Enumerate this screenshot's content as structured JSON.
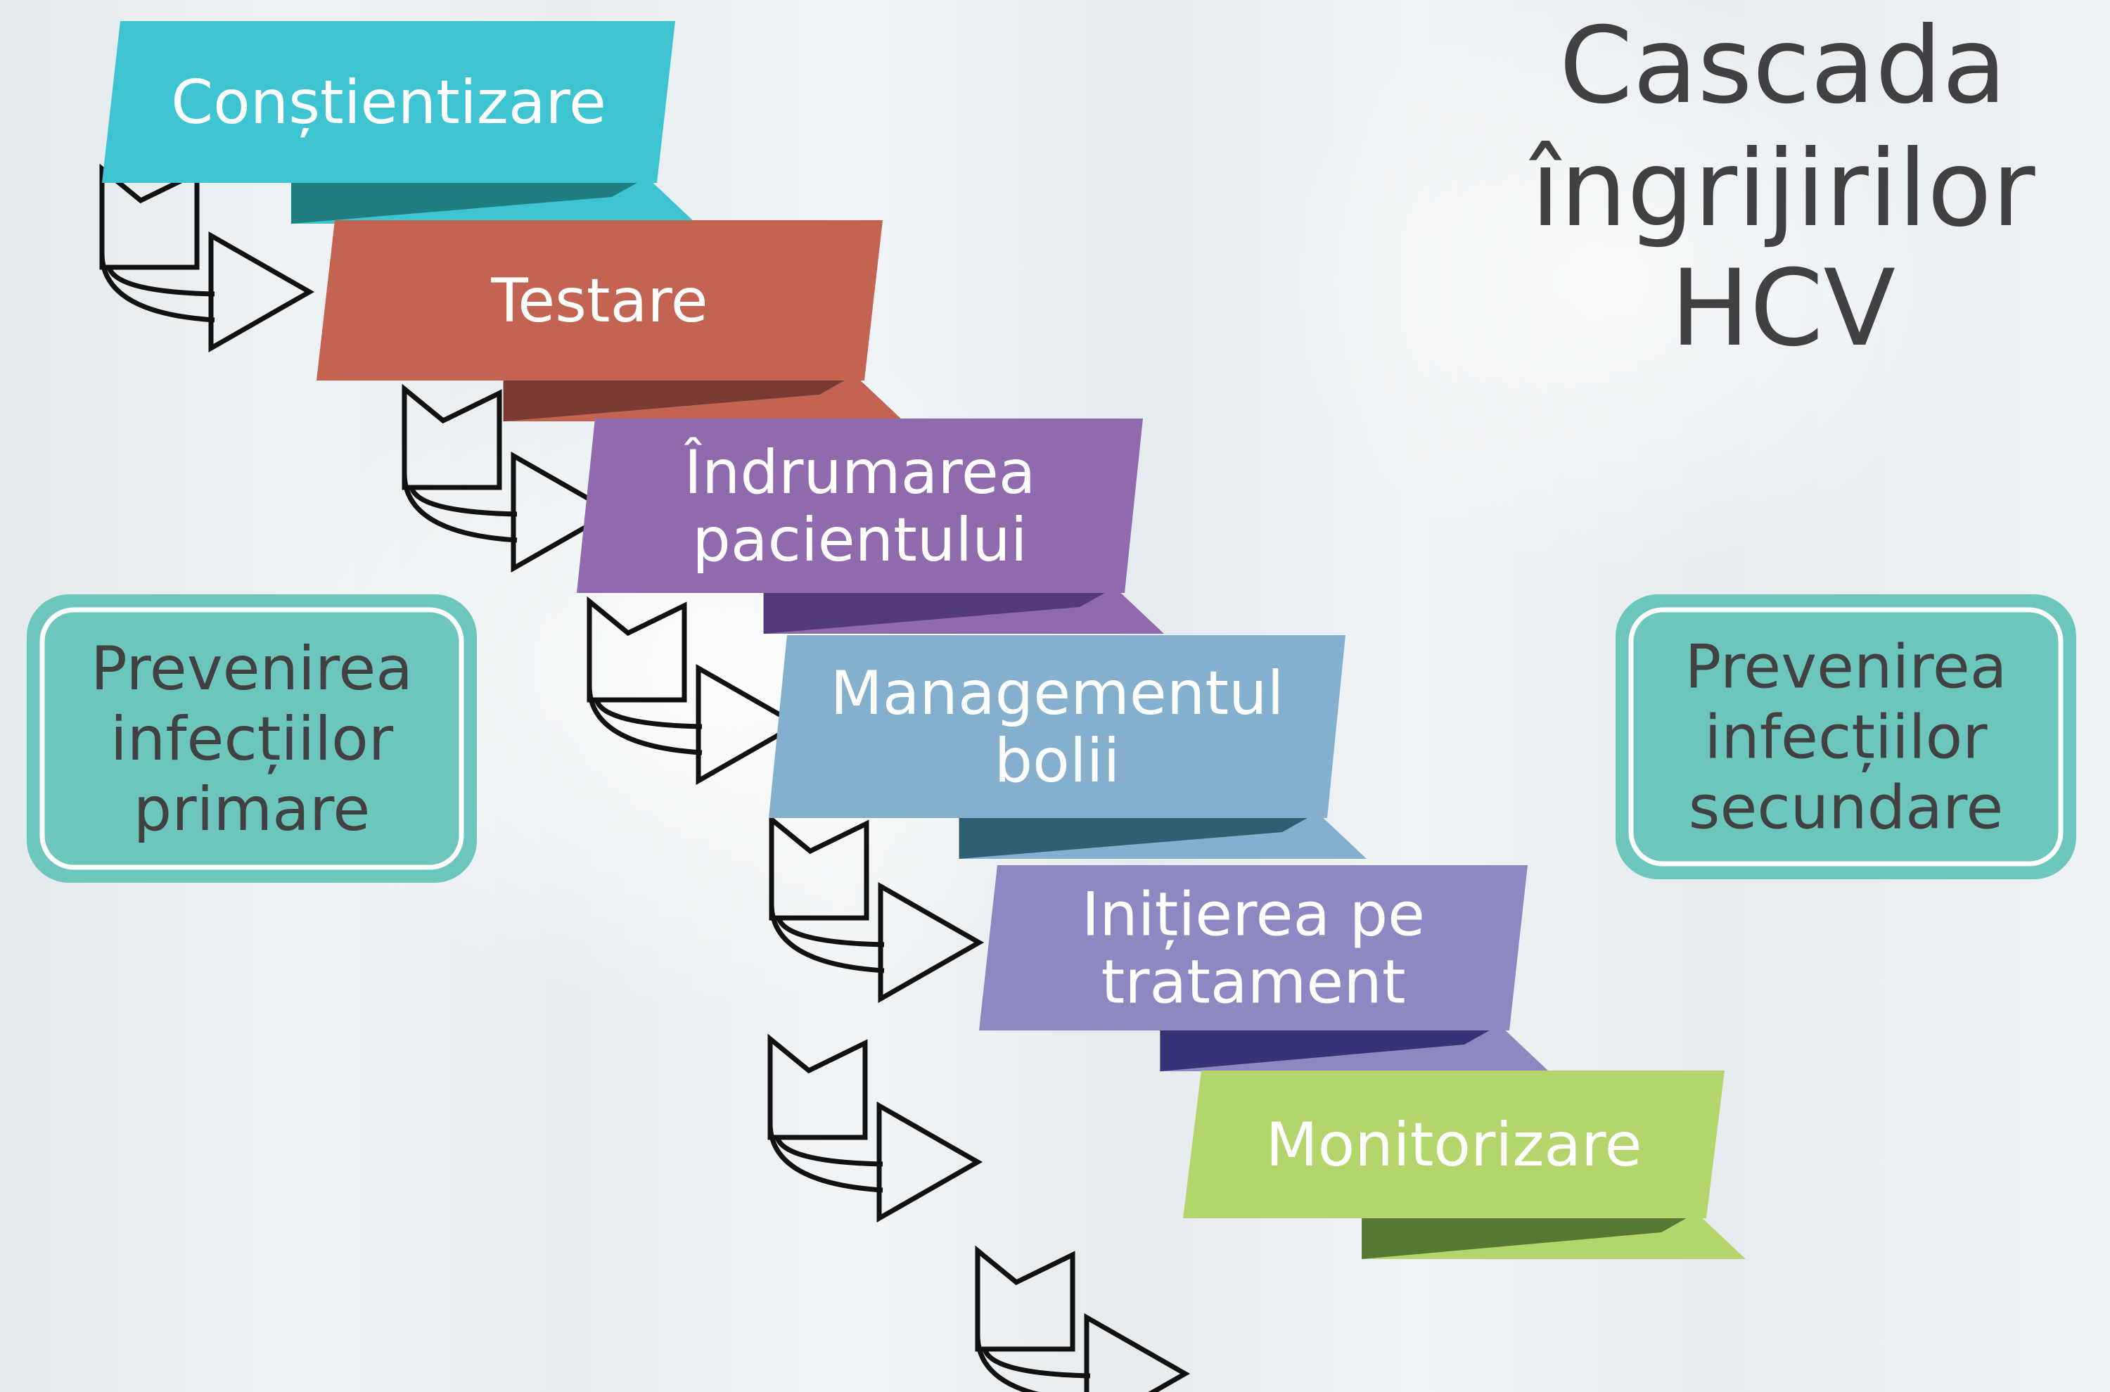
{
  "title": {
    "lines": [
      "Cascada",
      "îngrijirilor",
      "HCV"
    ],
    "color": "#414042"
  },
  "steps": [
    {
      "lines": [
        "Conștientizare"
      ],
      "color": "#3ec4d1",
      "fold": "#1f7e80",
      "tail": "#3ec4d1"
    },
    {
      "lines": [
        "Testare"
      ],
      "color": "#c36452",
      "fold": "#7a3b32",
      "tail": "#c36452"
    },
    {
      "lines": [
        "Îndrumarea",
        "pacientului"
      ],
      "color": "#8f6aad",
      "fold": "#533a7a",
      "tail": "#8f6aad"
    },
    {
      "lines": [
        "Managementul",
        "bolii"
      ],
      "color": "#84afcd",
      "fold": "#325e73",
      "tail": "#84afcd"
    },
    {
      "lines": [
        "Inițierea pe",
        "tratament"
      ],
      "color": "#8d88c1",
      "fold": "#363476",
      "tail": "#8d88c1"
    },
    {
      "lines": [
        "Monitorizare"
      ],
      "color": "#b4d56c",
      "fold": "#577832",
      "tail": "#b4d56c"
    }
  ],
  "side_boxes": [
    {
      "lines": [
        "Prevenirea",
        "infecțiilor",
        "primare"
      ]
    },
    {
      "lines": [
        "Prevenirea",
        "infecțiilor",
        "secundare"
      ]
    }
  ],
  "colors": {
    "box_fill": "#6cc6bb",
    "box_border": "#ffffff",
    "box_text": "#414042",
    "step_text": "#ffffff",
    "arrow_stroke": "#111111"
  }
}
